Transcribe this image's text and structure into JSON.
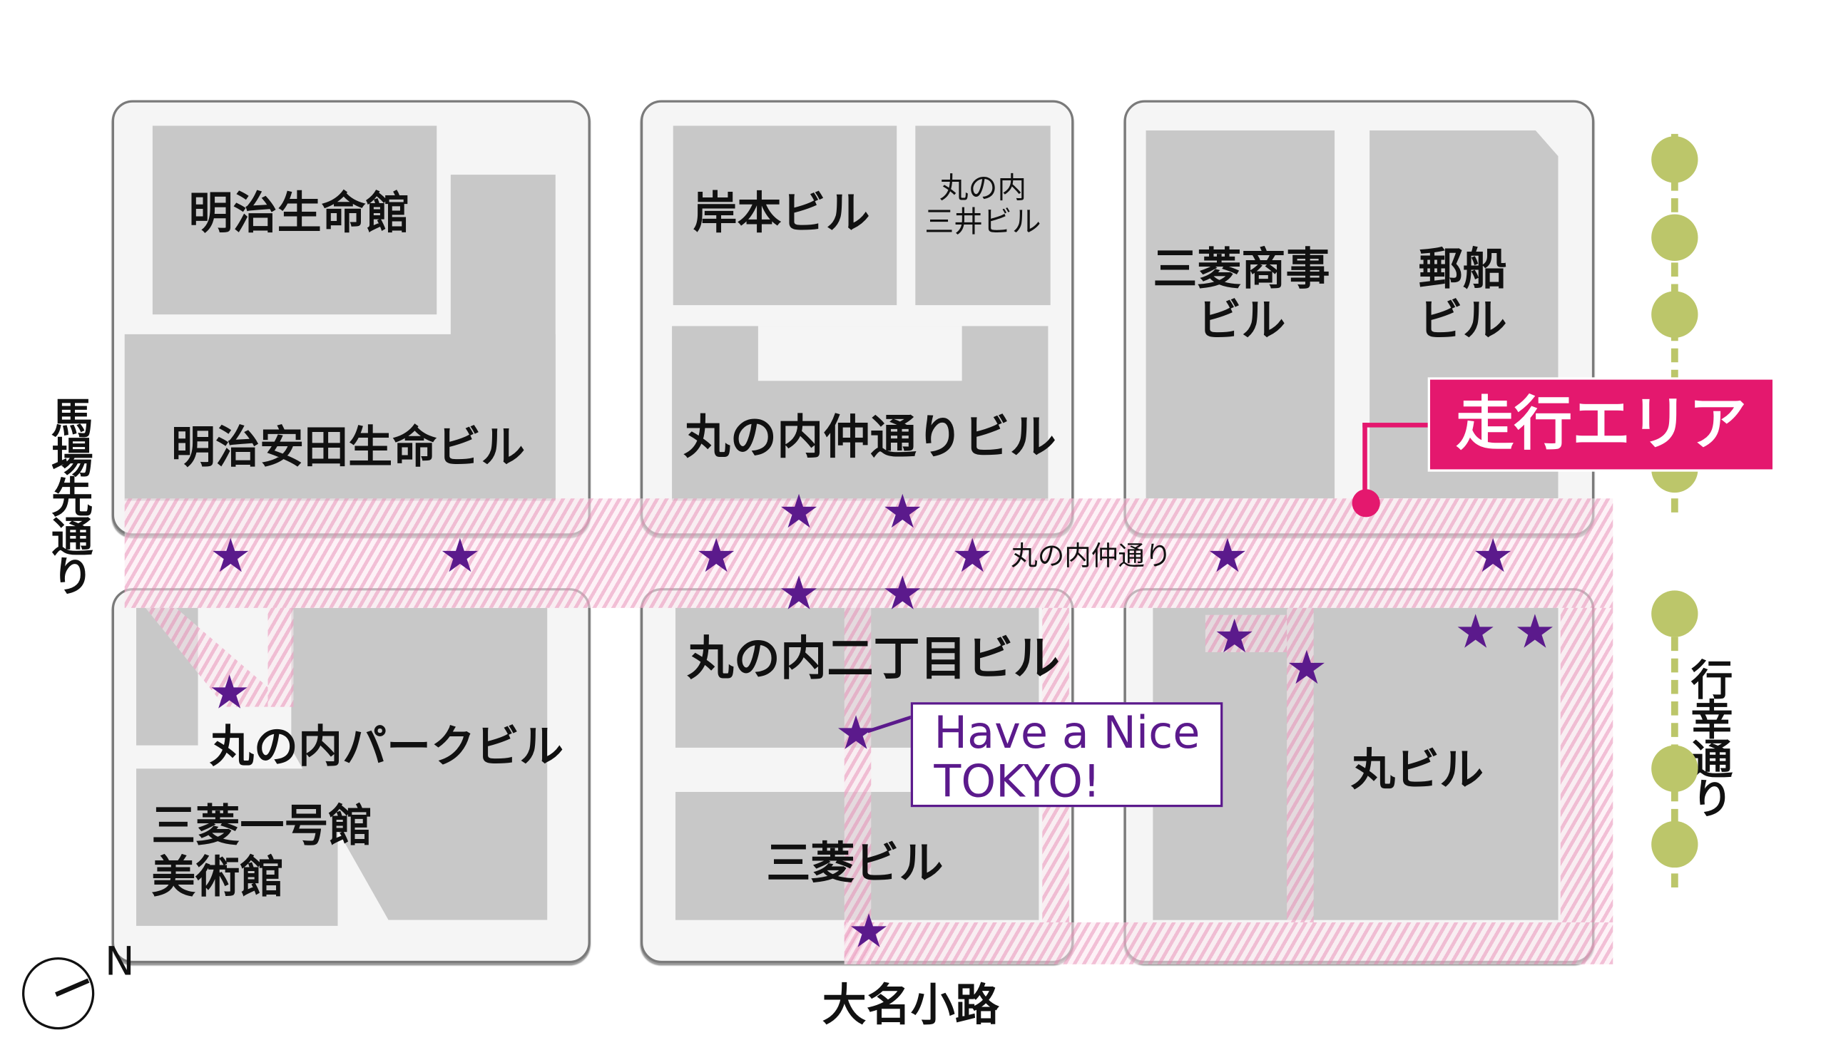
{
  "colors": {
    "accent": "#e4186e",
    "star": "#5b1a8c",
    "tree": "#bcc66a",
    "building": "#c8c8c8",
    "block": "#f5f5f5"
  },
  "buildings": {
    "meiji_seimeikan": "明治生命館",
    "meiji_yasuda": "明治安田生命ビル",
    "kishimoto": "岸本ビル",
    "mitsui_line1": "丸の内",
    "mitsui_line2": "三井ビル",
    "nakadori_bldg": "丸の内仲通りビル",
    "mitsubishi_corp_line1": "三菱商事",
    "mitsubishi_corp_line2": "ビル",
    "yusen_line1": "郵船",
    "yusen_line2": "ビル",
    "park_bldg": "丸の内パークビル",
    "ichigokan_line1": "三菱一号館",
    "ichigokan_line2": "美術館",
    "nichome": "丸の内二丁目ビル",
    "mitsubishi_bldg": "三菱ビル",
    "marubiru": "丸ビル"
  },
  "streets": {
    "babasaki": "馬場先通り",
    "gyoko": "行幸通り",
    "daimyokoji": "大名小路",
    "nakadori": "丸の内仲通り"
  },
  "callouts": {
    "area": "走行エリア",
    "nice_line1": "Have a Nice",
    "nice_line2": "TOKYO!"
  },
  "compass": {
    "north": "N"
  }
}
